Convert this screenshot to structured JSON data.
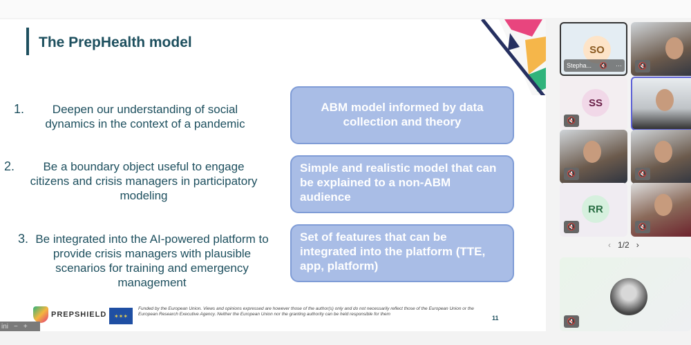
{
  "slide": {
    "title": "The PrepHealth model",
    "goals": [
      {
        "num": "1.",
        "text": "Deepen our understanding of social dynamics in the context of a pandemic"
      },
      {
        "num": "2.",
        "text": "Be a boundary object useful to engage citizens and crisis managers in participatory modeling"
      },
      {
        "num": "3.",
        "text": "Be integrated into the AI-powered platform to provide crisis managers with plausible scenarios for training and emergency management"
      }
    ],
    "boxes": [
      "ABM model informed by data collection and theory",
      "Simple and realistic model that can be explained to a non-ABM audience",
      "Set of features that can be integrated into the platform (TTE, app, platform)"
    ],
    "logo": "PREPSHIELD",
    "disclaimer": "Funded by the European Union. Views and opinions expressed are however those of the author(s) only and do not necessarily reflect those of the European Union or the European Research Executive Agency. Neither the European Union nor the granting authority can be held responsible for them",
    "page": "11",
    "zoom_label": "ini",
    "zoom_minus": "−",
    "zoom_plus": "+"
  },
  "participants": [
    {
      "initials": "SO",
      "name": "Stepha...",
      "more": "···",
      "bg": "#fde4c8",
      "fg": "#8a5a20"
    },
    {
      "initials": "SS",
      "bg": "#f1d8e8",
      "fg": "#6a2048"
    },
    {
      "initials": "RR",
      "bg": "#d6f0de",
      "fg": "#2a6e44"
    }
  ],
  "pager": {
    "prev": "‹",
    "label": "1/2",
    "next": "›"
  },
  "icons": {
    "mic_off": "🎙"
  }
}
